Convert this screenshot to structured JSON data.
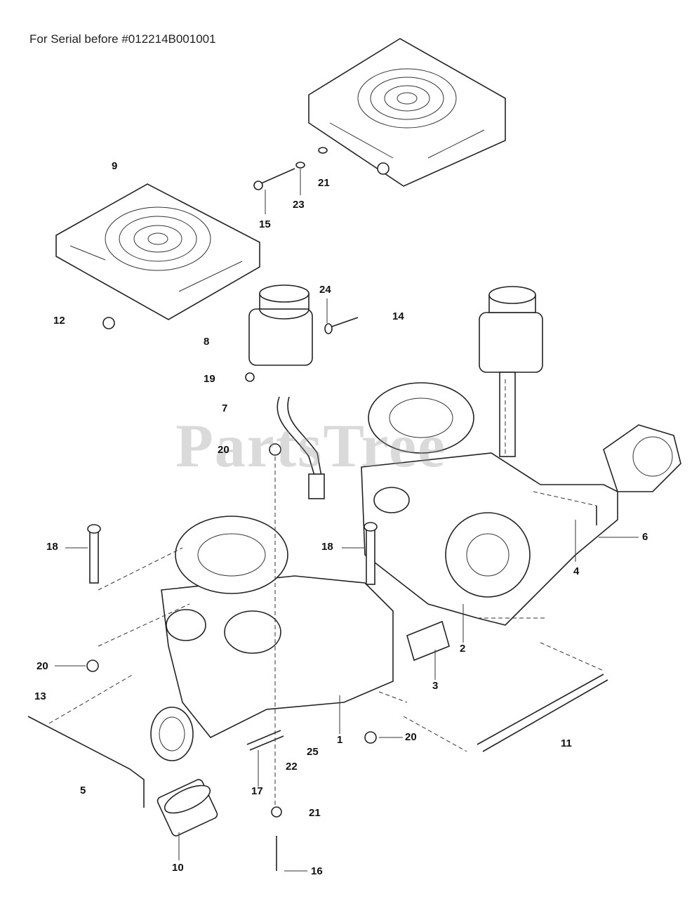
{
  "header": {
    "text": "For Serial before #012214B001001"
  },
  "watermark": {
    "text": "PartsTree"
  },
  "callouts": {
    "c1": "1",
    "c2": "2",
    "c3": "3",
    "c4": "4",
    "c5": "5",
    "c6": "6",
    "c7": "7",
    "c8": "8",
    "c9": "9",
    "c10": "10",
    "c11": "11",
    "c12": "12",
    "c13": "13",
    "c14": "14",
    "c15": "15",
    "c16": "16",
    "c17": "17",
    "c18a": "18",
    "c18b": "18",
    "c19": "19",
    "c20a": "20",
    "c20b": "20",
    "c20c": "20",
    "c21a": "21",
    "c21b": "21",
    "c22": "22",
    "c23": "23",
    "c24": "24",
    "c25": "25"
  }
}
